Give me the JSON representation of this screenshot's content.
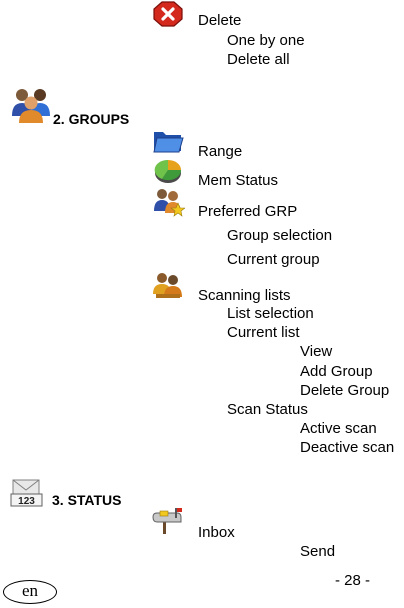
{
  "menu": {
    "delete": {
      "label": "Delete",
      "icon": "delete-icon",
      "items": [
        "One by one",
        "Delete all"
      ]
    },
    "groups": {
      "heading": "2. GROUPS",
      "icon": "groups-icon",
      "range": {
        "label": "Range",
        "icon": "folder-icon"
      },
      "mem_status": {
        "label": "Mem Status",
        "icon": "pie-chart-icon"
      },
      "preferred": {
        "label": "Preferred GRP",
        "icon": "preferred-group-icon",
        "items": [
          "Group selection",
          "Current group"
        ]
      },
      "scanning": {
        "label": "Scanning lists",
        "icon": "scanning-icon",
        "list_selection": "List selection",
        "current_list": "Current list",
        "current_list_items": [
          "View",
          "Add Group",
          "Delete Group"
        ],
        "scan_status": "Scan Status",
        "scan_status_items": [
          "Active scan",
          "Deactive scan"
        ]
      }
    },
    "status": {
      "heading": "3. STATUS",
      "icon": "status-123-icon",
      "inbox": {
        "label": "Inbox",
        "icon": "mailbox-icon",
        "items": [
          "Send"
        ]
      }
    }
  },
  "footer": {
    "page_number": "- 28 -",
    "language": "en"
  },
  "colors": {
    "delete_red": "#d42a1e",
    "folder_blue": "#2f6fd6",
    "person_orange": "#e08a2c"
  }
}
